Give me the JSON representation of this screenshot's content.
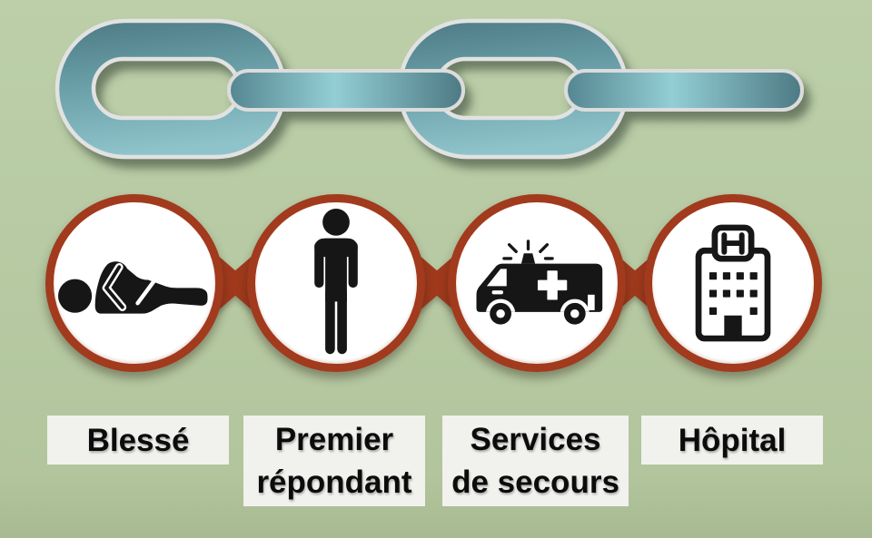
{
  "page": {
    "background_color": "#b6c9a2"
  },
  "chain_graphic": {
    "name": "chain-links",
    "teal_dark": "#4d7a84",
    "teal_mid": "#689da6",
    "teal_light": "#93ced4",
    "edge_color": "#e0e0e0"
  },
  "flow": {
    "connector_color": "#a0391c",
    "circle_border_color": "#a23a1d",
    "circle_fill_color": "#ffffff",
    "icon_color": "#161616",
    "label_box_color": "#f1f1ee",
    "steps": [
      {
        "id": "blesse",
        "icon": "injured-person-icon",
        "label": "Blessé",
        "lines": [
          "Blessé",
          ""
        ]
      },
      {
        "id": "premier-repondant",
        "icon": "first-responder-icon",
        "label": "Premier répondant",
        "lines": [
          "Premier",
          "répondant"
        ]
      },
      {
        "id": "services-de-secours",
        "icon": "ambulance-icon",
        "label": "Services de secours",
        "lines": [
          "Services",
          "de secours"
        ]
      },
      {
        "id": "hopital",
        "icon": "hospital-icon",
        "label": "Hôpital",
        "lines": [
          "Hôpital",
          ""
        ]
      }
    ]
  }
}
